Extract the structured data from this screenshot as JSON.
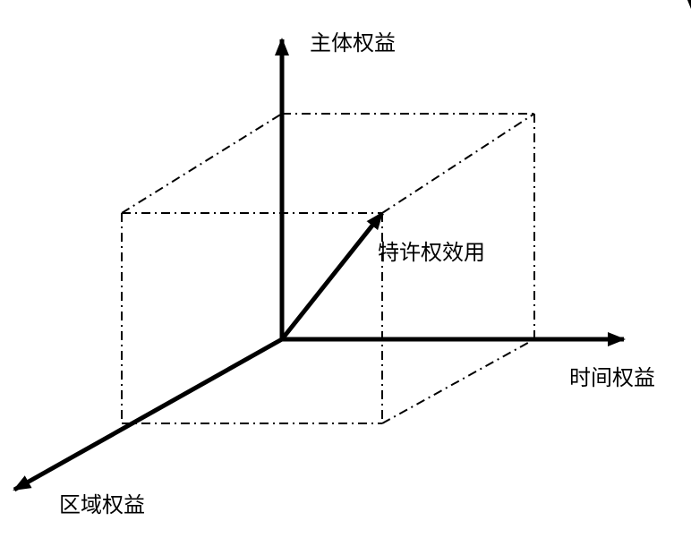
{
  "diagram": {
    "title": "",
    "axes": {
      "vertical": {
        "label": "主体权益"
      },
      "horizontal": {
        "label": "时间权益"
      },
      "depth": {
        "label": "区域权益"
      }
    },
    "vector": {
      "label": "特许权效用"
    },
    "colors": {
      "stroke": "#000000",
      "background": "#ffffff"
    }
  }
}
